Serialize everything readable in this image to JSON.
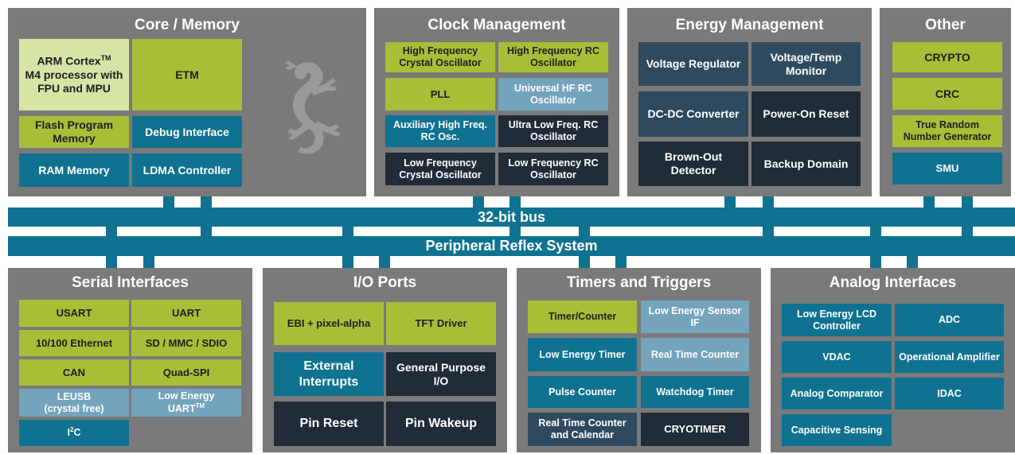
{
  "bus": {
    "bus32": "32-bit bus",
    "prs": "Peripheral Reflex System"
  },
  "core": {
    "title": "Core / Memory",
    "arm_line1": "ARM Cortex",
    "arm_tm": "TM",
    "arm_rest": "M4 processor with FPU and MPU",
    "etm": "ETM",
    "flash": "Flash Program Memory",
    "debug": "Debug Interface",
    "ram": "RAM Memory",
    "ldma": "LDMA Controller"
  },
  "clock": {
    "title": "Clock Management",
    "hfxo": "High Frequency Crystal Oscillator",
    "hfrco": "High Frequency RC Oscillator",
    "pll": "PLL",
    "uhfrco": "Universal HF RC Oscillator",
    "auxhf": "Auxiliary High Freq. RC Osc.",
    "ulfrco": "Ultra Low Freq. RC Oscillator",
    "lfxo": "Low Frequency Crystal Oscillator",
    "lfrco": "Low Frequency RC Oscillator"
  },
  "energy": {
    "title": "Energy Management",
    "vreg": "Voltage Regulator",
    "vtemp": "Voltage/Temp Monitor",
    "dcdc": "DC-DC Converter",
    "por": "Power-On Reset",
    "bod": "Brown-Out Detector",
    "backup": "Backup Domain"
  },
  "other": {
    "title": "Other",
    "crypto": "CRYPTO",
    "crc": "CRC",
    "trng": "True Random Number Generator",
    "smu": "SMU"
  },
  "serial": {
    "title": "Serial Interfaces",
    "usart": "USART",
    "uart": "UART",
    "eth": "10/100 Ethernet",
    "sd": "SD / MMC / SDIO",
    "can": "CAN",
    "qspi": "Quad-SPI",
    "leusb_1": "LEUSB",
    "leusb_2": "(crystal free)",
    "leuart_1": "Low Energy",
    "leuart_2": "UART",
    "leuart_tm": "TM",
    "i2c_i": "I",
    "i2c_sup": "2",
    "i2c_c": "C"
  },
  "io": {
    "title": "I/O Ports",
    "ebi": "EBI + pixel-alpha",
    "tft": "TFT Driver",
    "extint": "External Interrupts",
    "gpio": "General Purpose I/O",
    "pinreset": "Pin Reset",
    "pinwake": "Pin Wakeup"
  },
  "timers": {
    "title": "Timers and Triggers",
    "timer": "Timer/Counter",
    "lesense": "Low Energy Sensor IF",
    "letimer": "Low Energy Timer",
    "rtc": "Real Time Counter",
    "pcnt": "Pulse Counter",
    "wdog": "Watchdog Timer",
    "rtcc": "Real Time Counter and Calendar",
    "cryotimer": "CRYOTIMER"
  },
  "analog": {
    "title": "Analog Interfaces",
    "lcd": "Low Energy LCD Controller",
    "adc": "ADC",
    "vdac": "VDAC",
    "opamp": "Operational Amplifier",
    "acmp": "Analog Comparator",
    "idac": "IDAC",
    "csen": "Capacitive Sensing"
  }
}
